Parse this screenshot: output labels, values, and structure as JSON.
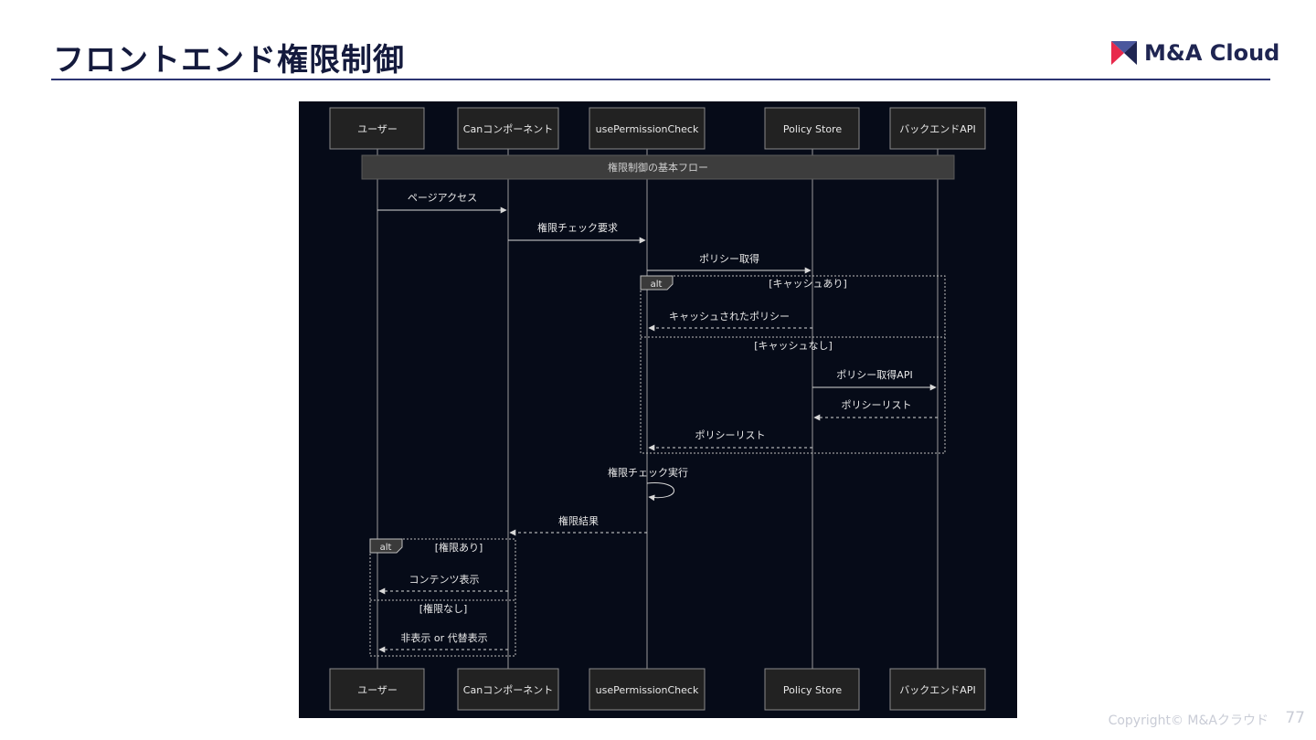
{
  "slide": {
    "title": "フロントエンド権限制御",
    "brand": "M&A Cloud",
    "copyright": "Copyright© M&Aクラウド",
    "page_number": "77"
  },
  "diagram": {
    "participants": [
      "ユーザー",
      "Canコンポーネント",
      "usePermissionCheck",
      "Policy Store",
      "バックエンドAPI"
    ],
    "note": "権限制御の基本フロー",
    "messages": [
      {
        "from": 0,
        "to": 1,
        "label": "ページアクセス",
        "style": "solid"
      },
      {
        "from": 1,
        "to": 2,
        "label": "権限チェック要求",
        "style": "solid"
      },
      {
        "from": 2,
        "to": 3,
        "label": "ポリシー取得",
        "style": "solid"
      },
      {
        "from": 3,
        "to": 2,
        "label": "キャッシュされたポリシー",
        "style": "dashed"
      },
      {
        "from": 3,
        "to": 4,
        "label": "ポリシー取得API",
        "style": "solid"
      },
      {
        "from": 4,
        "to": 3,
        "label": "ポリシーリスト",
        "style": "dashed"
      },
      {
        "from": 3,
        "to": 2,
        "label": "ポリシーリスト",
        "style": "dashed"
      },
      {
        "from": 2,
        "to": 2,
        "label": "権限チェック実行",
        "style": "self"
      },
      {
        "from": 2,
        "to": 1,
        "label": "権限結果",
        "style": "dashed"
      },
      {
        "from": 1,
        "to": 0,
        "label": "コンテンツ表示",
        "style": "dashed"
      },
      {
        "from": 1,
        "to": 0,
        "label": "非表示 or 代替表示",
        "style": "dashed"
      }
    ],
    "alt_blocks": [
      {
        "keyword": "alt",
        "condition": "[キャッシュあり]",
        "else_condition": "[キャッシュなし]"
      },
      {
        "keyword": "alt",
        "condition": "[権限あり]",
        "else_condition": "[権限なし]"
      }
    ]
  }
}
